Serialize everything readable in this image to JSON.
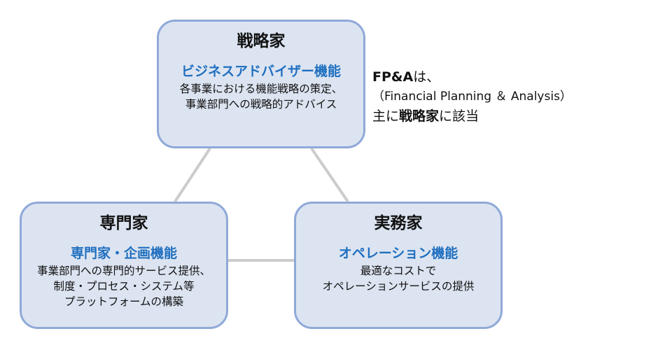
{
  "colors": {
    "box_fill": "#dce4f1",
    "box_border": "#8fa9d8",
    "function_title": "#1f6fbf",
    "connector": "#cccccc"
  },
  "strategist": {
    "role": "戦略家",
    "function": "ビジネスアドバイザー機能",
    "desc_line1": "各事業における機能戦略の策定、",
    "desc_line2": "事業部門への戦略的アドバイス"
  },
  "specialist": {
    "role": "専門家",
    "function": "専門家・企画機能",
    "desc_line1": "事業部門への専門的サービス提供、",
    "desc_line2": "制度・プロセス・システム等",
    "desc_line3": "プラットフォームの構築"
  },
  "practitioner": {
    "role": "実務家",
    "function": "オペレーション機能",
    "desc_line1": "最適なコストで",
    "desc_line2": "オペレーションサービスの提供"
  },
  "note": {
    "line1_bold": "FP&A",
    "line1_rest": "は、",
    "line2": "（Financial Planning ＆ Analysis）",
    "line3_pre": "主に",
    "line3_bold": "戦略家",
    "line3_post": "に該当"
  }
}
